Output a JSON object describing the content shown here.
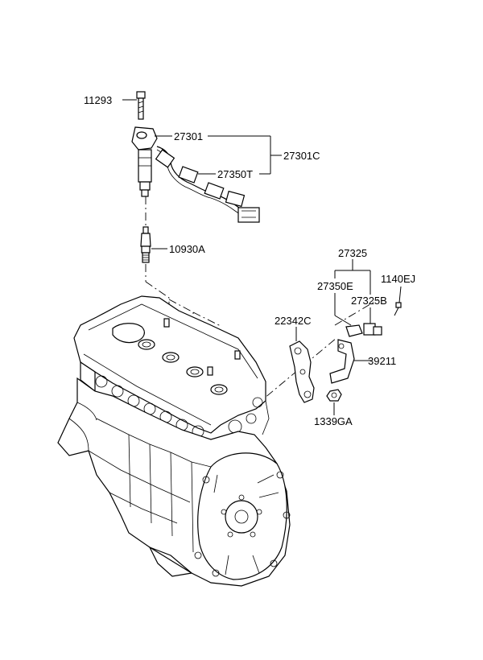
{
  "callouts": {
    "p11293": "11293",
    "p27301": "27301",
    "p27301C": "27301C",
    "p27350T": "27350T",
    "p10930A": "10930A",
    "p27325": "27325",
    "p1140EJ": "1140EJ",
    "p27350E": "27350E",
    "p27325B": "27325B",
    "p22342C": "22342C",
    "p39211": "39211",
    "p1339GA": "1339GA"
  }
}
